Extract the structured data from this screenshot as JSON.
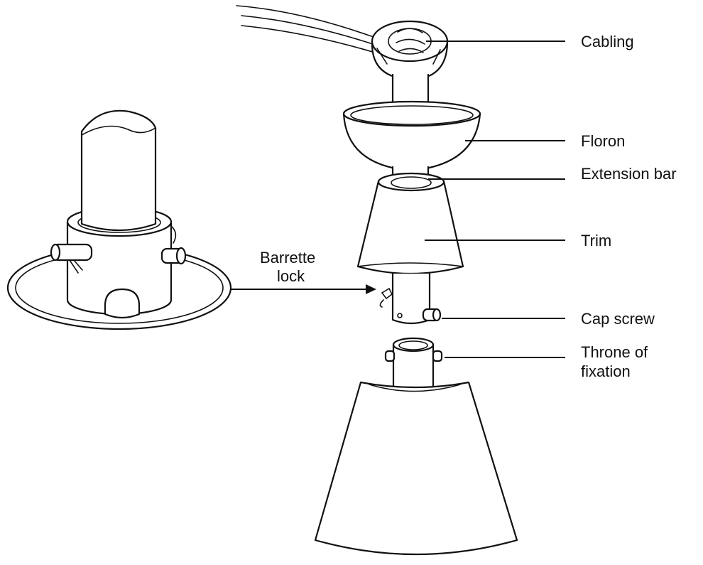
{
  "labels": {
    "cabling": "Cabling",
    "floron": "Floron",
    "extension_bar": "Extension bar",
    "trim": "Trim",
    "cap_screw": "Cap screw",
    "throne_line1": "Throne of",
    "throne_line2": "fixation",
    "barrette_line1": "Barrette",
    "barrette_line2": "lock"
  },
  "colors": {
    "line": "#111111",
    "background": "#ffffff"
  }
}
